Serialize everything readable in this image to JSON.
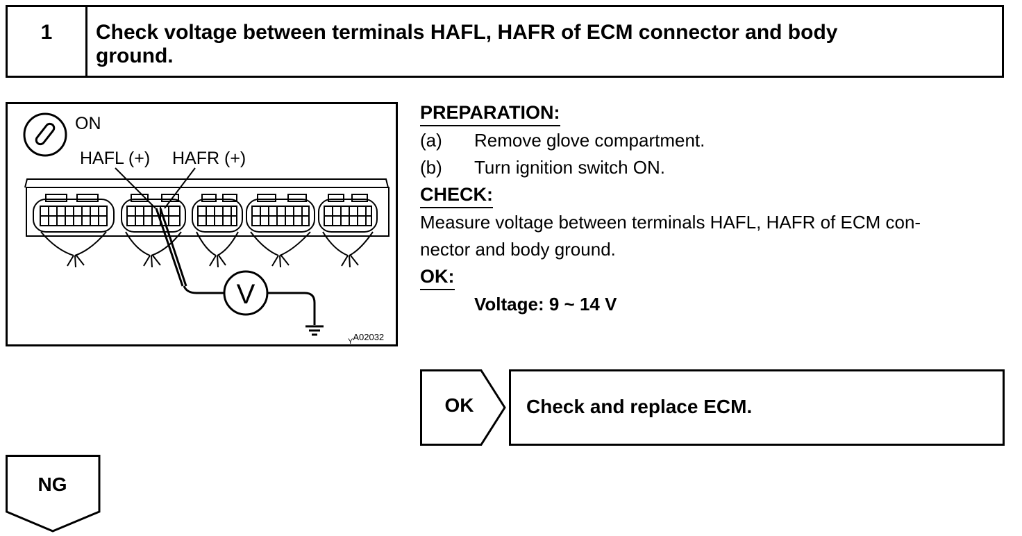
{
  "step": {
    "number": "1",
    "title_line1": "Check voltage between terminals HAFL, HAFR of ECM connector and body",
    "title_line2": "ground."
  },
  "diagram": {
    "ignition_label": "ON",
    "terminal_left": "HAFL (+)",
    "terminal_right": "HAFR (+)",
    "meter_symbol": "V",
    "figure_code": "A02032"
  },
  "preparation": {
    "heading": "PREPARATION:",
    "steps": [
      {
        "tag": "(a)",
        "text": "Remove glove compartment."
      },
      {
        "tag": "(b)",
        "text": "Turn ignition switch ON."
      }
    ]
  },
  "check": {
    "heading": "CHECK:",
    "line1": "Measure voltage between terminals HAFL, HAFR of ECM con-",
    "line2": "nector and body ground."
  },
  "ok_spec": {
    "heading": "OK:",
    "value": "Voltage: 9 ~ 14 V"
  },
  "result_ok": {
    "label": "OK",
    "action": "Check and replace ECM."
  },
  "result_ng": {
    "label": "NG"
  }
}
